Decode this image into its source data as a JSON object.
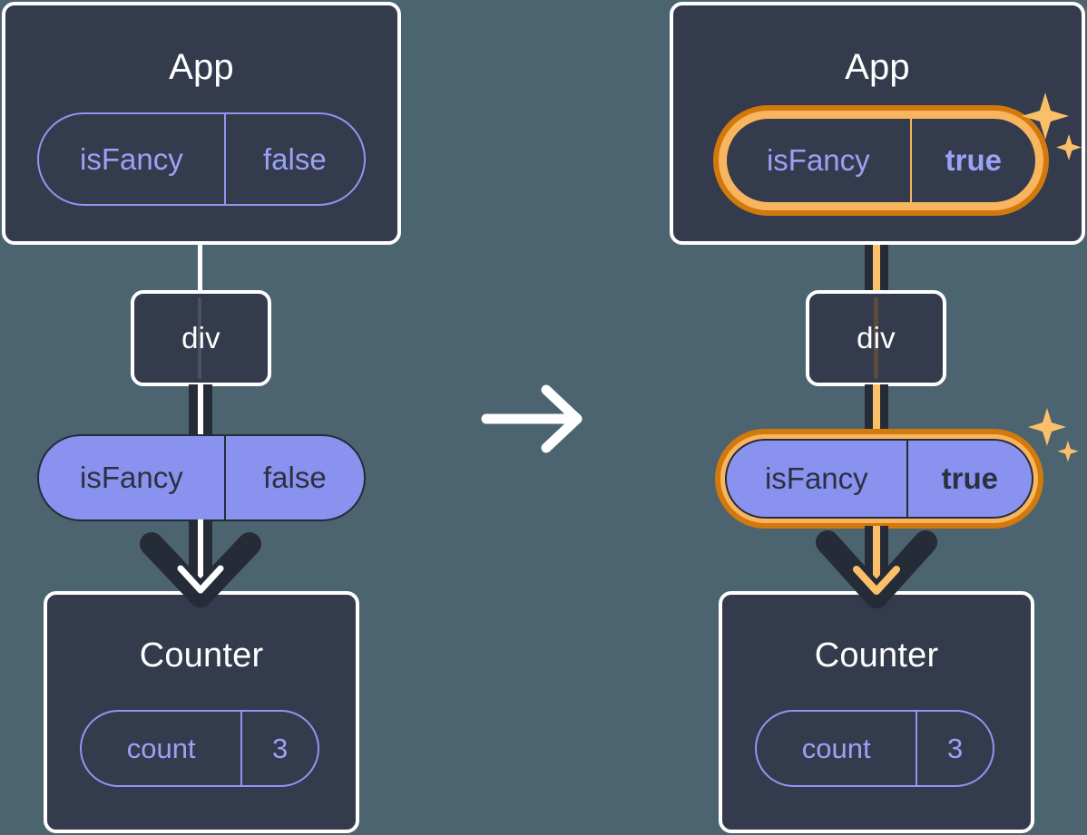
{
  "diagram": {
    "type": "react-state-propagation",
    "background_color": "#4c6470",
    "panel_color": "#343b4c",
    "pill_solid_color": "#8a92ef",
    "pill_outline_color": "#8f96f0",
    "highlight_outer_color": "#d1790d",
    "highlight_inner_color": "#f9b55e",
    "edge_dark_color": "#262b38",
    "edge_light_color": "#ffffff",
    "transition_icon": "arrow-right-icon",
    "sparkle_icon": "sparkle-icon"
  },
  "before": {
    "app": {
      "title": "App",
      "state_pill": {
        "key": "isFancy",
        "value": "false",
        "highlighted": false
      }
    },
    "div": {
      "title": "div"
    },
    "prop_pill": {
      "key": "isFancy",
      "value": "false",
      "highlighted": false
    },
    "counter": {
      "title": "Counter",
      "state_pill": {
        "key": "count",
        "value": "3",
        "highlighted": false
      }
    }
  },
  "after": {
    "app": {
      "title": "App",
      "state_pill": {
        "key": "isFancy",
        "value": "true",
        "highlighted": true
      }
    },
    "div": {
      "title": "div"
    },
    "prop_pill": {
      "key": "isFancy",
      "value": "true",
      "highlighted": true
    },
    "counter": {
      "title": "Counter",
      "state_pill": {
        "key": "count",
        "value": "3",
        "highlighted": false
      }
    }
  }
}
